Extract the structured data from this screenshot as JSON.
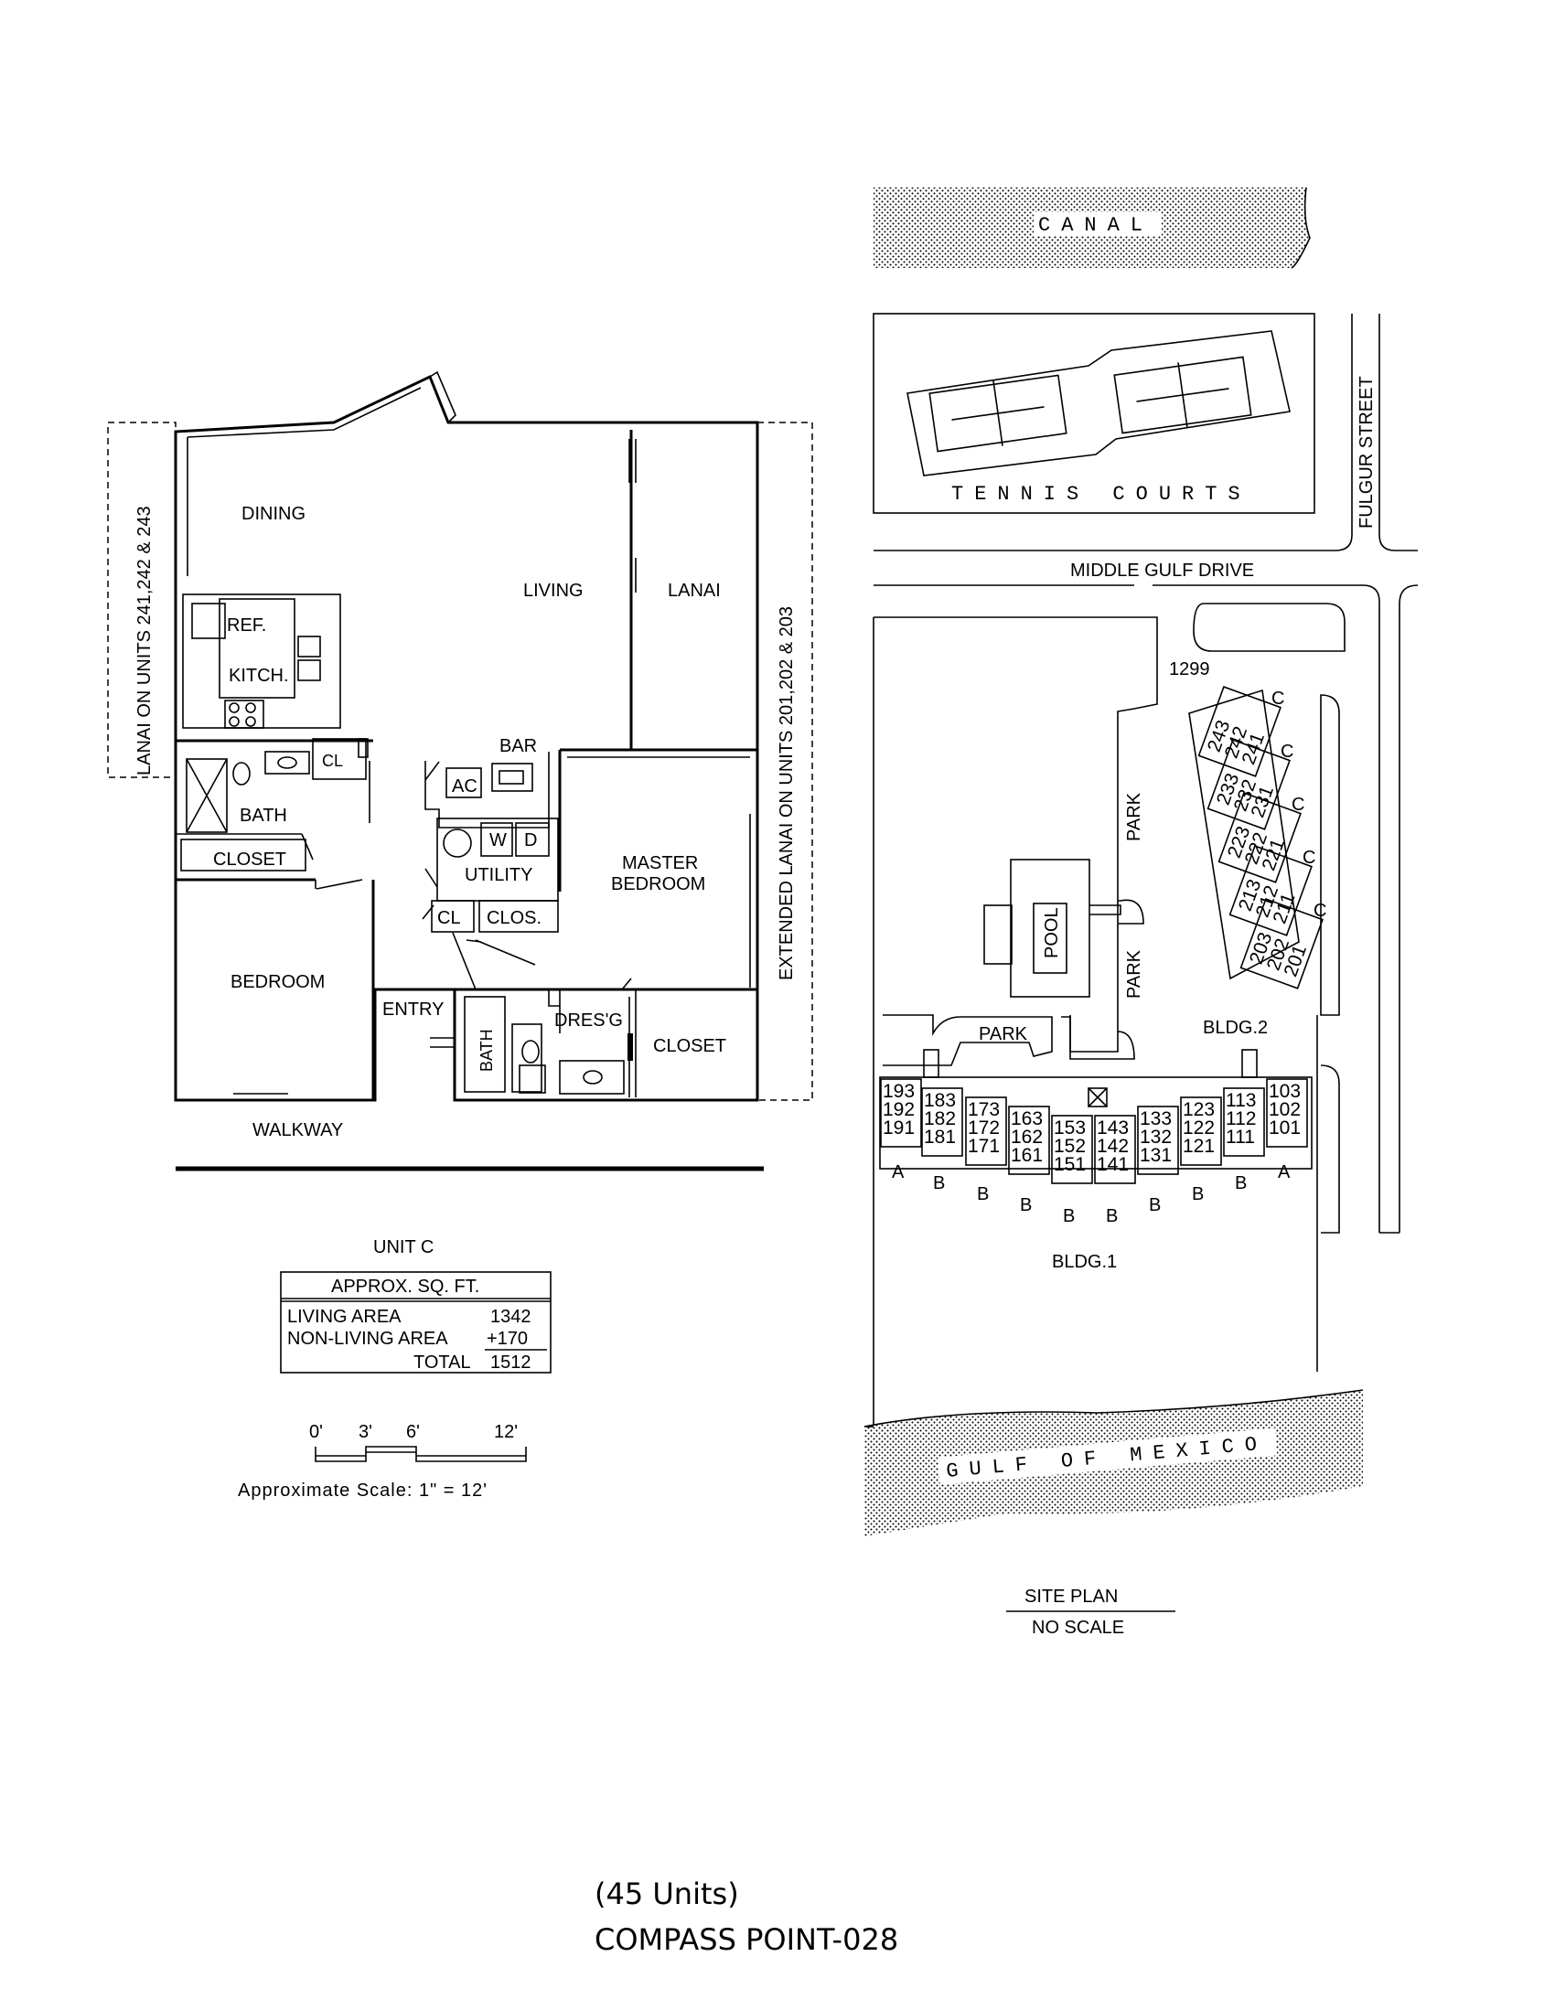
{
  "floor_plan": {
    "rooms": {
      "dining": "DINING",
      "living": "LIVING",
      "lanai": "LANAI",
      "ref": "REF.",
      "kitchen": "KITCH.",
      "bar": "BAR",
      "ac": "AC",
      "cl_top": "CL",
      "bath_left": "BATH",
      "w": "W",
      "d": "D",
      "utility": "UTILITY",
      "closet_left": "CLOSET",
      "master_bedroom_1": "MASTER",
      "master_bedroom_2": "BEDROOM",
      "cl_mid": "CL",
      "clos": "CLOS.",
      "bedroom": "BEDROOM",
      "entry": "ENTRY",
      "bath_right": "BATH",
      "dressing": "DRES'G",
      "closet_right": "CLOSET",
      "walkway": "WALKWAY"
    },
    "lanai_left_note": "LANAI ON UNITS 241,242 & 243",
    "lanai_right_note": "EXTENDED LANAI ON UNITS 201,202 & 203"
  },
  "unit_table": {
    "title": "UNIT C",
    "header": "APPROX. SQ. FT.",
    "rows": [
      {
        "label": "LIVING AREA",
        "value": "1342"
      },
      {
        "label": "NON-LIVING AREA",
        "value": "+170"
      },
      {
        "label": "TOTAL",
        "value": "1512"
      }
    ]
  },
  "scale": {
    "ticks": [
      "0'",
      "3'",
      "6'",
      "12'"
    ],
    "label": "Approximate Scale: 1\" = 12'"
  },
  "site_plan": {
    "canal": "CANAL",
    "tennis_courts": "TENNIS COURTS",
    "fulgur_street": "FULGUR STREET",
    "middle_gulf_drive": "MIDDLE GULF DRIVE",
    "address": "1299",
    "park_1": "PARK",
    "park_2": "PARK",
    "park_3": "PARK",
    "pool": "POOL",
    "bldg2": "BLDG.2",
    "bldg1": "BLDG.1",
    "gulf": "GULF OF MEXICO",
    "title": "SITE PLAN",
    "subtitle": "NO SCALE",
    "bldg1_units": [
      [
        "193",
        "192",
        "191"
      ],
      [
        "183",
        "182",
        "181"
      ],
      [
        "173",
        "172",
        "171"
      ],
      [
        "163",
        "162",
        "161"
      ],
      [
        "153",
        "152",
        "151"
      ],
      [
        "143",
        "142",
        "141"
      ],
      [
        "133",
        "132",
        "131"
      ],
      [
        "123",
        "122",
        "121"
      ],
      [
        "113",
        "112",
        "111"
      ],
      [
        "103",
        "102",
        "101"
      ]
    ],
    "bldg1_types": [
      "A",
      "B",
      "B",
      "B",
      "B",
      "B",
      "B",
      "B",
      "B",
      "A"
    ],
    "bldg2_units": [
      [
        "243",
        "242",
        "241"
      ],
      [
        "233",
        "232",
        "231"
      ],
      [
        "223",
        "222",
        "221"
      ],
      [
        "213",
        "212",
        "211"
      ],
      [
        "203",
        "202",
        "201"
      ]
    ],
    "bldg2_types": [
      "C",
      "C",
      "C",
      "C",
      "C"
    ]
  },
  "footer": {
    "count": "(45 Units)",
    "name": "COMPASS POINT-028"
  }
}
